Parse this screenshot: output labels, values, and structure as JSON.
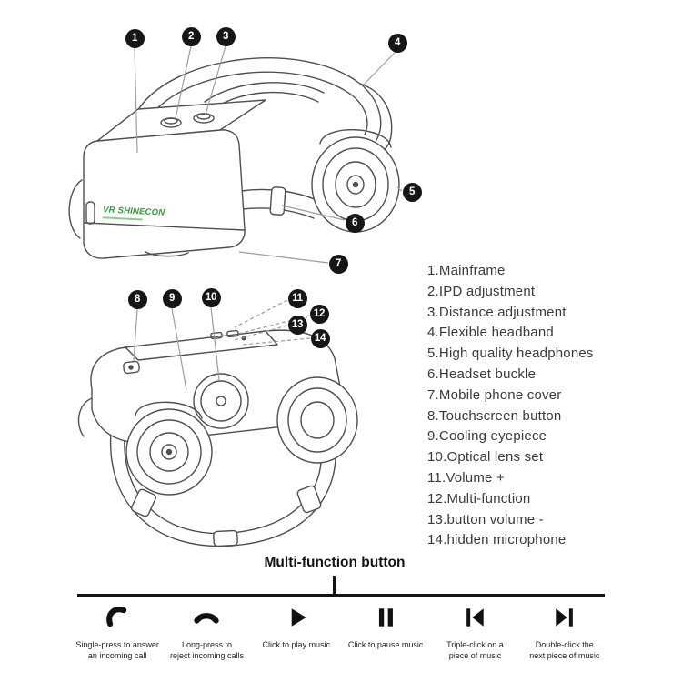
{
  "logo": "VR SHINECON",
  "callouts": [
    "1",
    "2",
    "3",
    "4",
    "5",
    "6",
    "7",
    "8",
    "9",
    "10",
    "11",
    "12",
    "13",
    "14"
  ],
  "parts": [
    "1.Mainframe",
    "2.IPD adjustment",
    "3.Distance adjustment",
    "4.Flexible headband",
    "5.High quality headphones",
    "6.Headset buckle",
    "7.Mobile phone cover",
    "8.Touchscreen button",
    "9.Cooling eyepiece",
    "10.Optical lens set",
    "11.Volume +",
    "12.Multi-function",
    "13.button volume -",
    "14.hidden microphone"
  ],
  "multifunction": {
    "title": "Multi-function button",
    "functions": [
      {
        "icon": "phone-answer",
        "line1": "Single-press to answer",
        "line2": "an incoming call"
      },
      {
        "icon": "phone-reject",
        "line1": "Long-press to",
        "line2": "reject incoming calls"
      },
      {
        "icon": "play",
        "line1": "Click to play music",
        "line2": ""
      },
      {
        "icon": "pause",
        "line1": "Click to pause music",
        "line2": ""
      },
      {
        "icon": "skip-previous",
        "line1": "Triple-click on a",
        "line2": "piece of music"
      },
      {
        "icon": "skip-next",
        "line1": "Double-click the",
        "line2": "next piece of music"
      }
    ]
  }
}
